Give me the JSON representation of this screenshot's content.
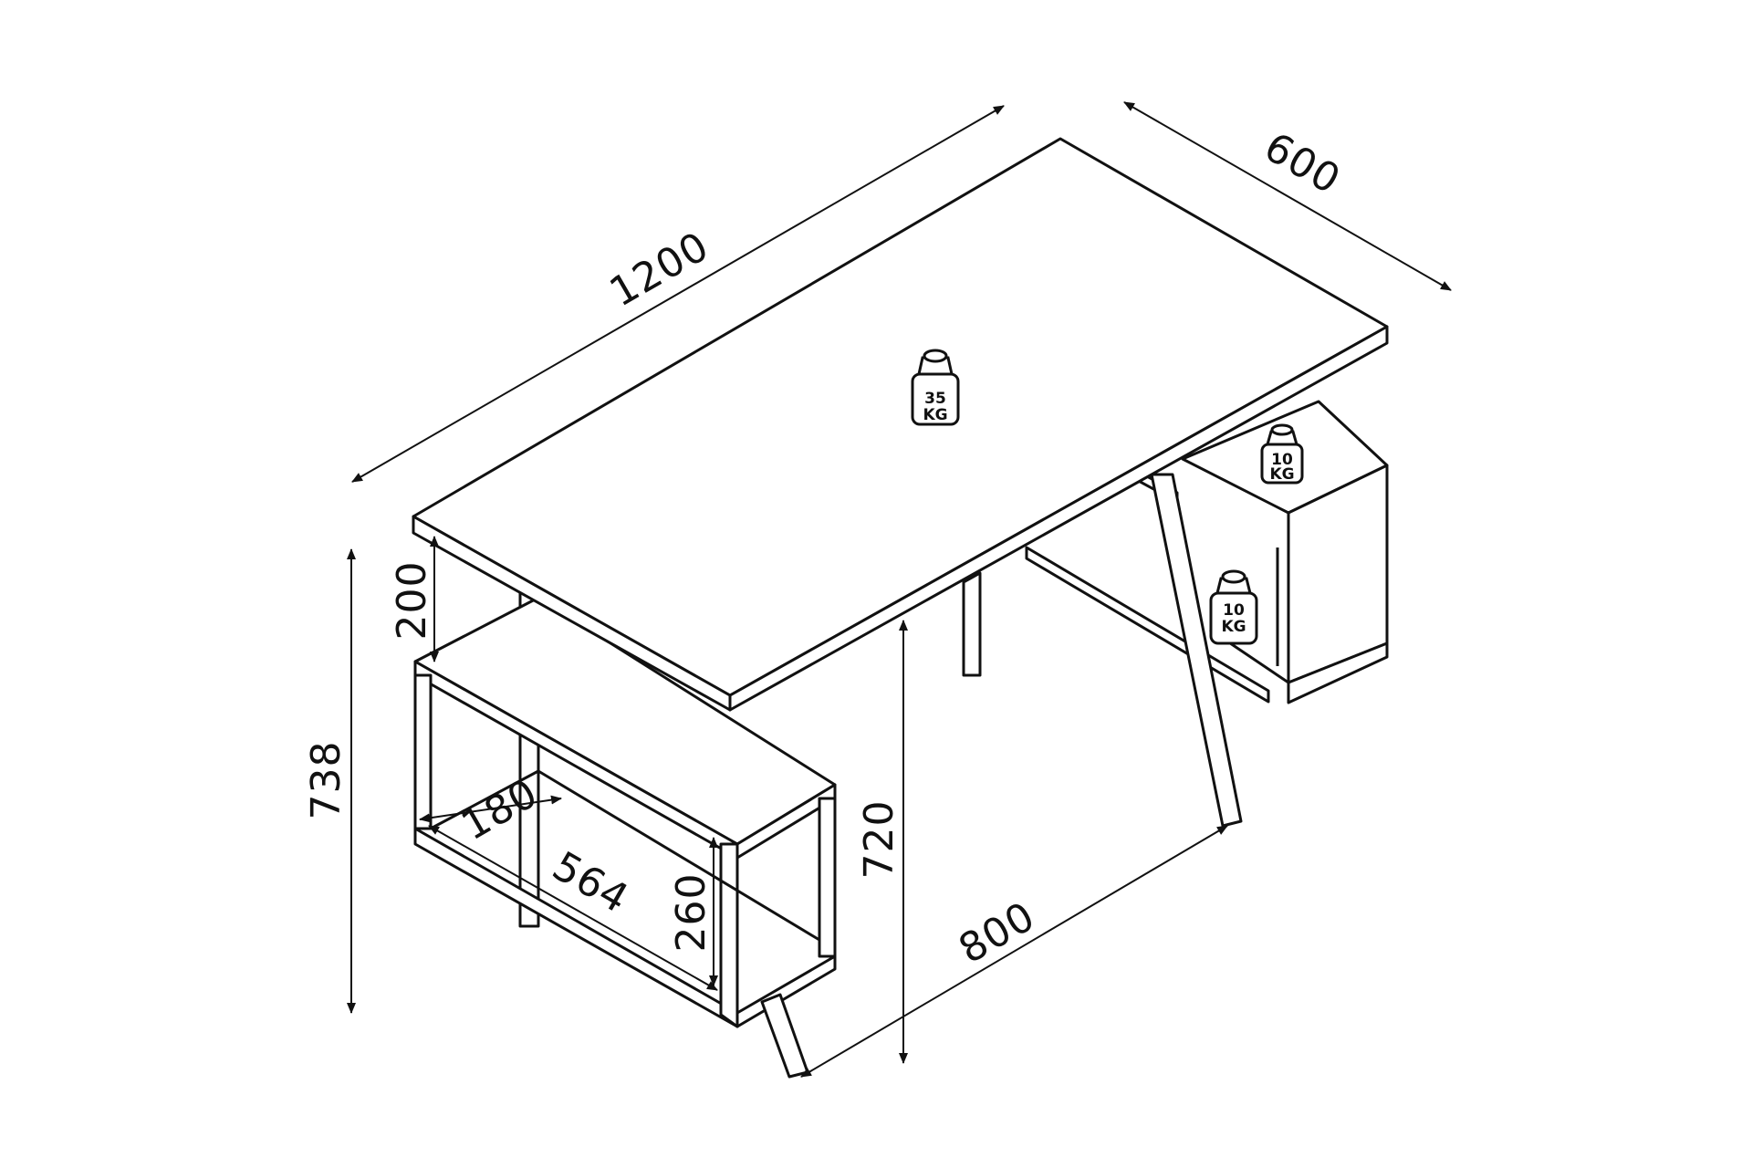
{
  "colors": {
    "line": "#111111",
    "background": "#ffffff"
  },
  "dimensions": {
    "width": "1200",
    "depth": "600",
    "total_height": "738",
    "leg_height": "720",
    "leg_span": "800",
    "shelf_gap": "200",
    "shelf_depth": "180",
    "shelf_width": "564",
    "shelf_height": "260"
  },
  "weights": [
    {
      "value": "35",
      "unit": "KG"
    },
    {
      "value": "10",
      "unit": "KG"
    },
    {
      "value": "10",
      "unit": "KG"
    }
  ]
}
